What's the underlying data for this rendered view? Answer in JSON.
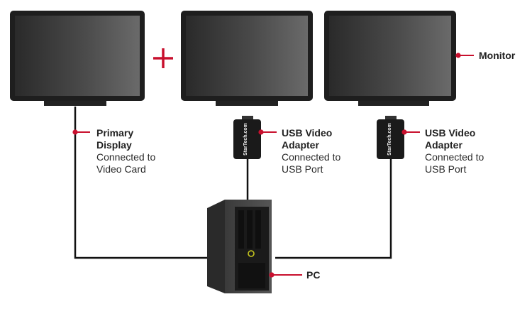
{
  "labels": {
    "monitor": "Monitor",
    "primary_title_1": "Primary",
    "primary_title_2": "Display",
    "primary_desc_1": "Connected to",
    "primary_desc_2": "Video Card",
    "adapter1_title_1": "USB Video",
    "adapter1_title_2": "Adapter",
    "adapter1_desc_1": "Connected to",
    "adapter1_desc_2": "USB Port",
    "adapter2_title_1": "USB Video",
    "adapter2_title_2": "Adapter",
    "adapter2_desc_1": "Connected to",
    "adapter2_desc_2": "USB Port",
    "pc": "PC",
    "plus_symbol": "+",
    "adapter_brand": "StarTech.com"
  },
  "colors": {
    "accent": "#c8102e",
    "bezel": "#1e1e1e",
    "cable": "#111111",
    "tower": "#2a2a2a"
  }
}
